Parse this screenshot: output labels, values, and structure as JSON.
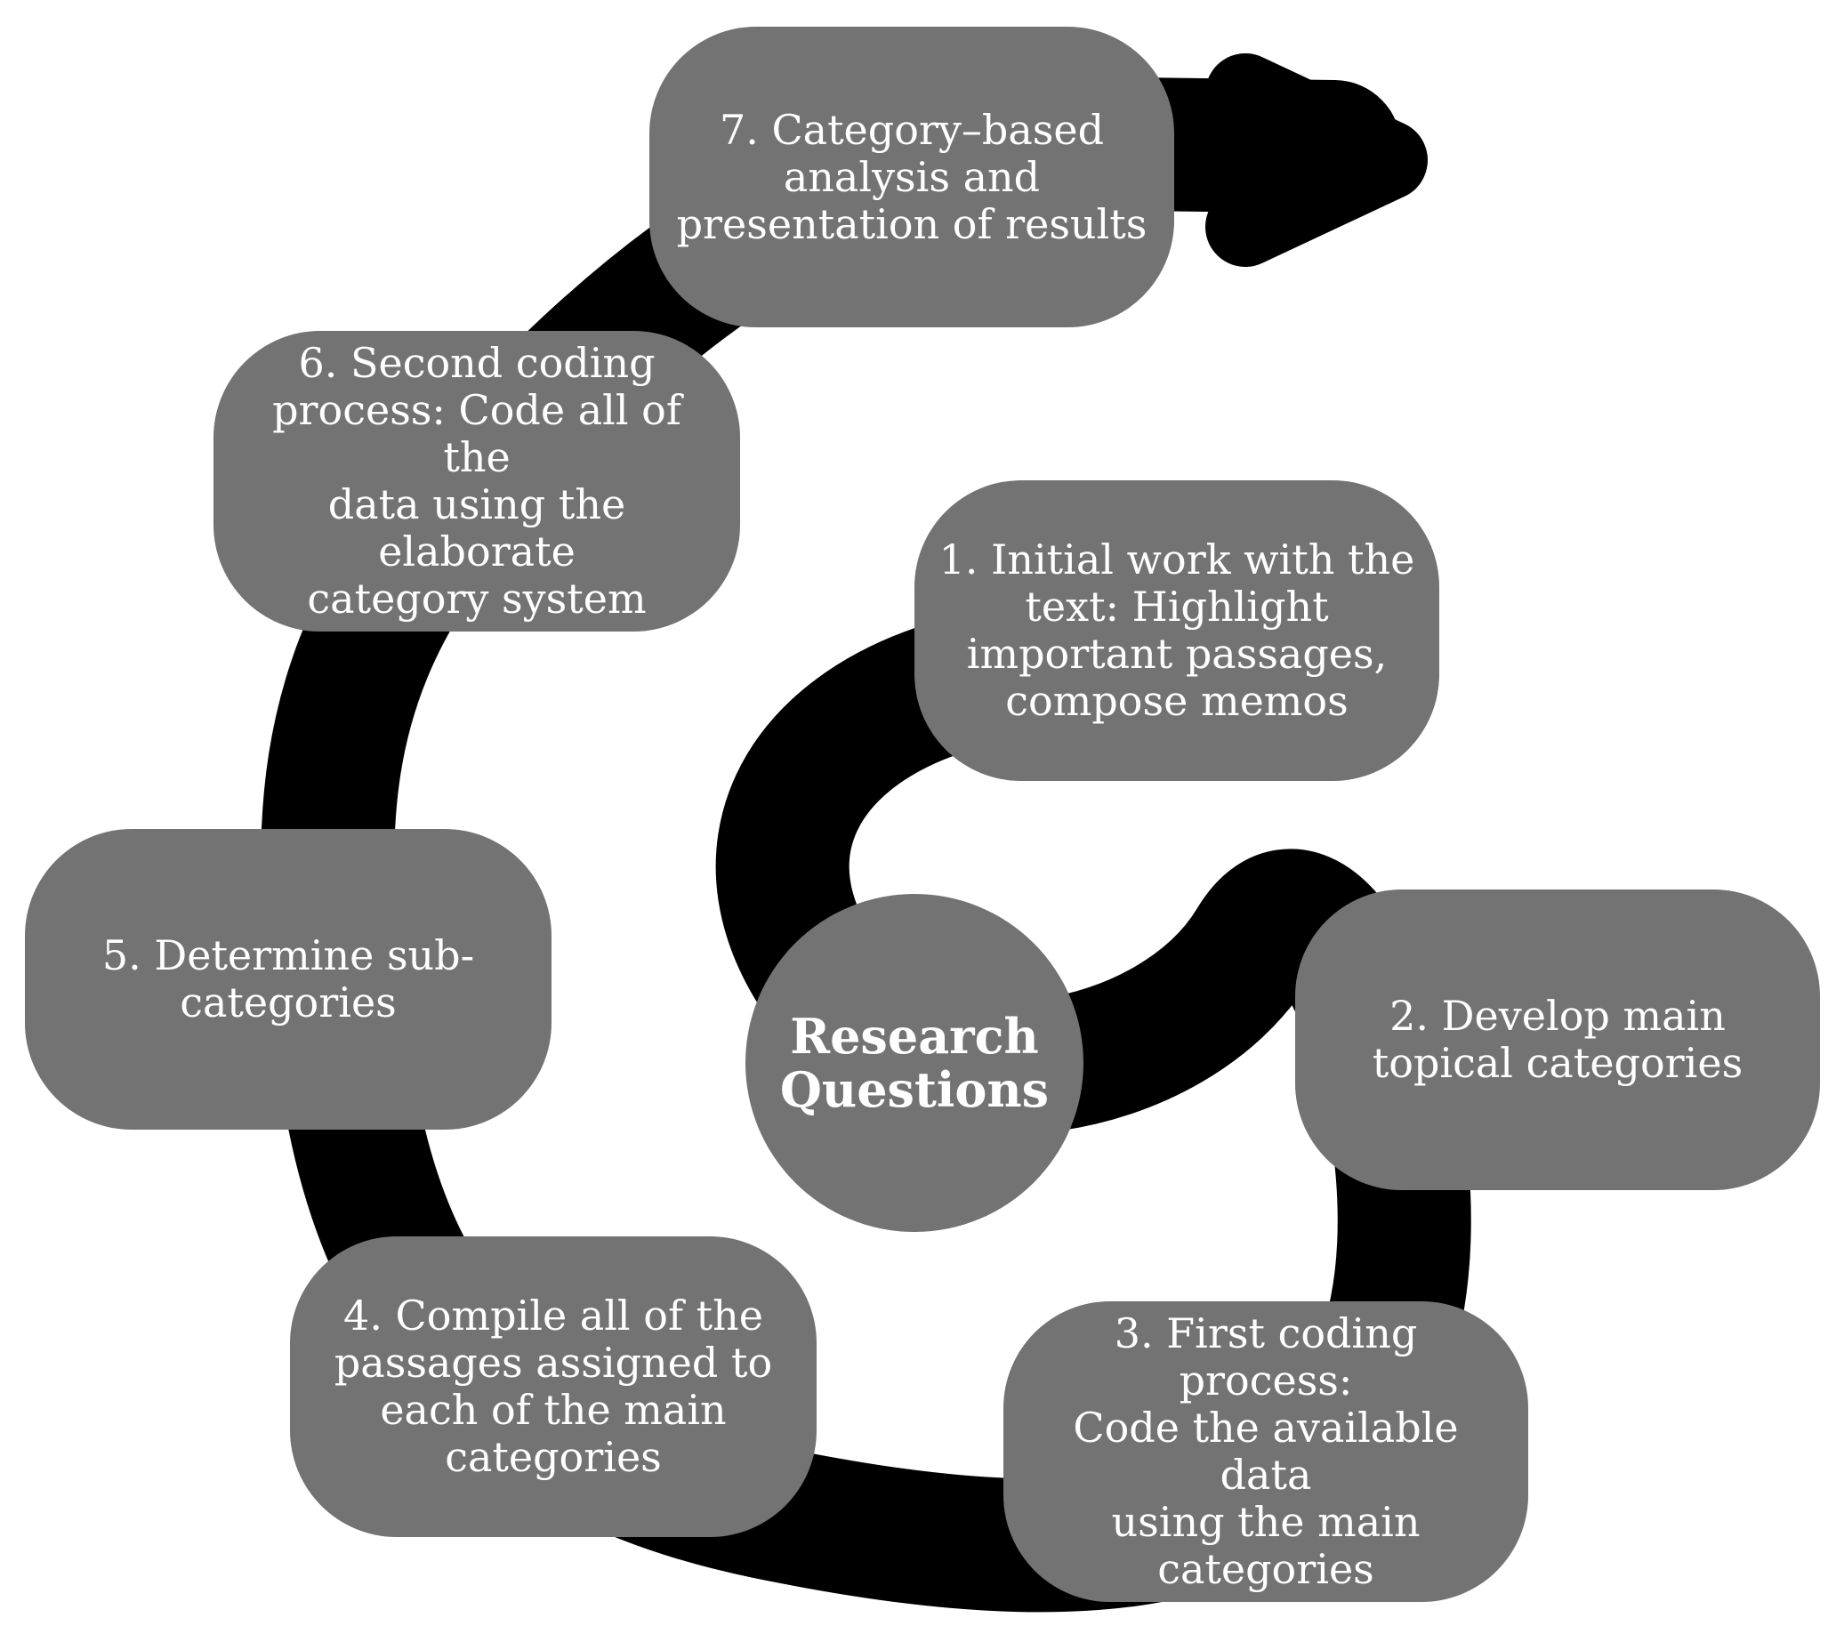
{
  "diagram": {
    "center": {
      "line1": "Research",
      "line2": "Questions"
    },
    "steps": [
      {
        "lines": [
          "1. Initial work with the",
          "text: Highlight",
          "important passages,",
          "compose memos"
        ]
      },
      {
        "lines": [
          "2. Develop main",
          "topical categories"
        ]
      },
      {
        "lines": [
          "3. First coding process:",
          "Code the available data",
          "using the main",
          "categories"
        ]
      },
      {
        "lines": [
          "4. Compile all of the",
          "passages assigned to",
          "each of the main",
          "categories"
        ]
      },
      {
        "lines": [
          "5. Determine sub-",
          "categories"
        ]
      },
      {
        "lines": [
          "6. Second coding",
          "process: Code all of the",
          "data using the elaborate",
          "category system"
        ]
      },
      {
        "lines": [
          "7. Category–based",
          "analysis and",
          "presentation of results"
        ]
      }
    ],
    "colors": {
      "node_fill": "#737373",
      "arrow": "#000000",
      "text": "#ffffff"
    }
  }
}
